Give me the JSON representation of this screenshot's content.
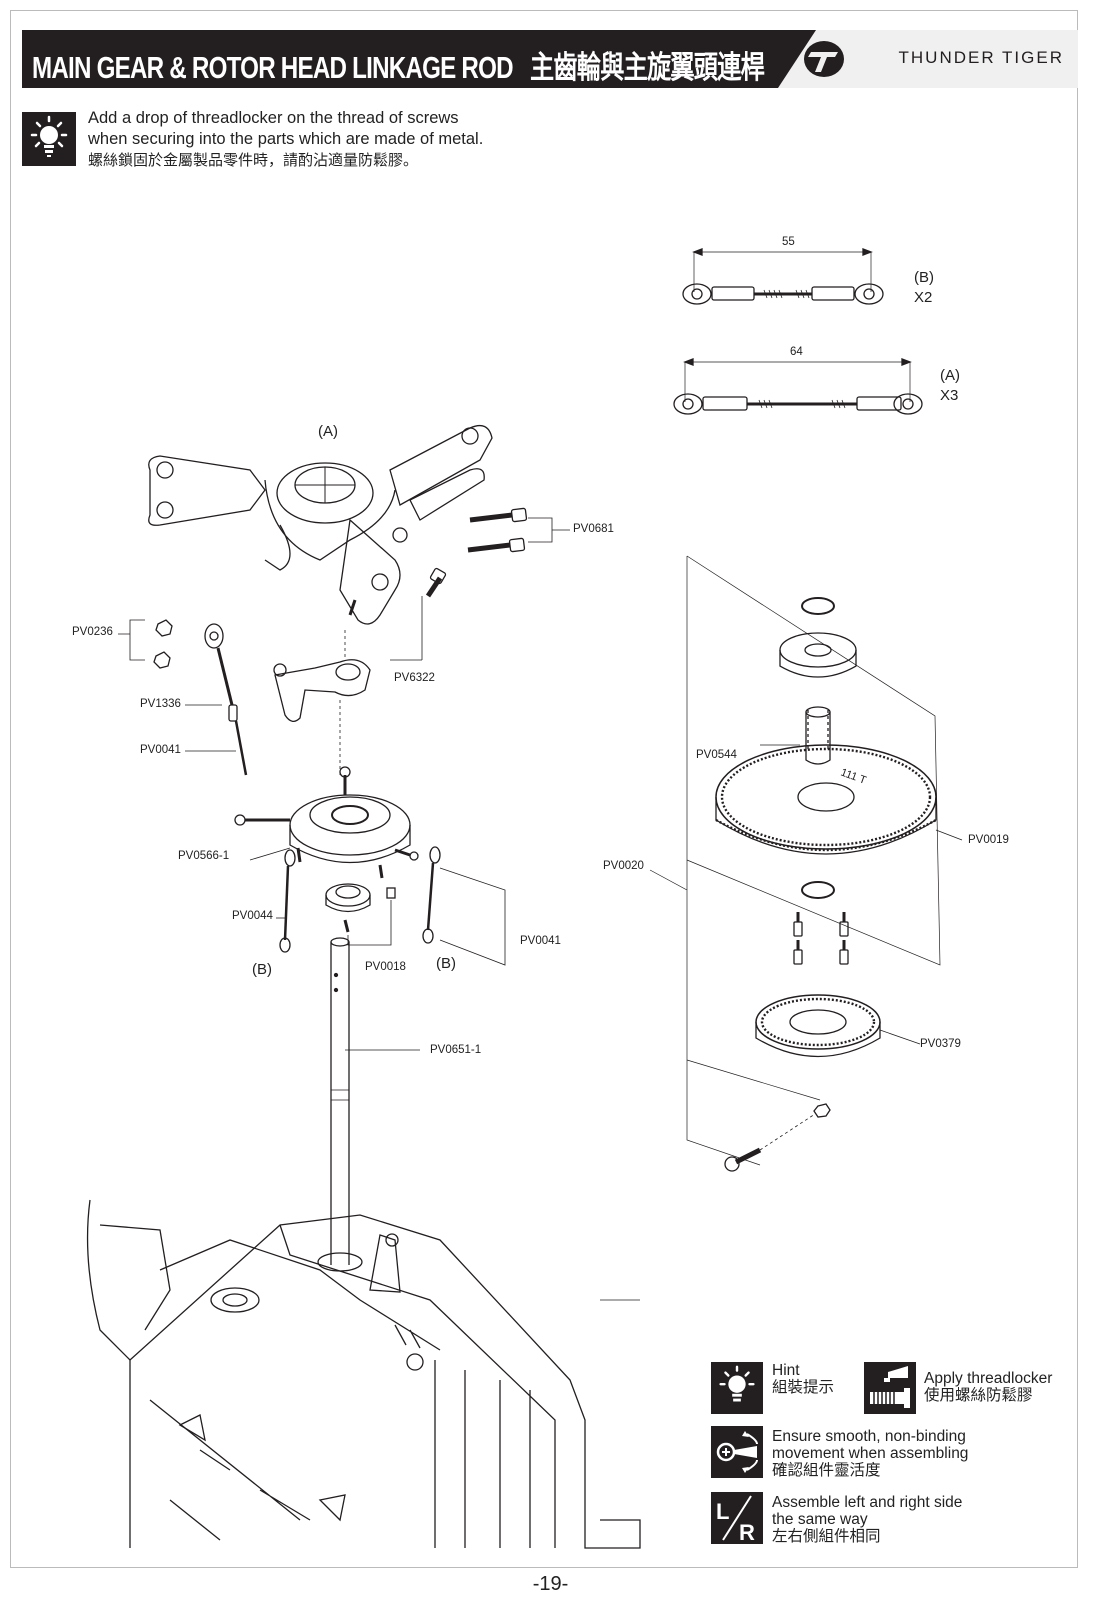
{
  "header": {
    "title_en": "MAIN GEAR & ROTOR HEAD LINKAGE ROD",
    "title_zh": "主齒輪與主旋翼頭連桿",
    "brand": "THUNDER TIGER",
    "brand_mark": "thunder-tiger-logo"
  },
  "hint": {
    "icon": "lightbulb-icon",
    "line1": "Add a drop of threadlocker on the thread of screws",
    "line2": "when securing into the parts which are made of metal.",
    "line3": "螺絲鎖固於金屬製品零件時，請酌沾適量防鬆膠。"
  },
  "linkage_rods": [
    {
      "dimension": "55",
      "type": "(B)",
      "qty": "X2"
    },
    {
      "dimension": "64",
      "type": "(A)",
      "qty": "X3"
    }
  ],
  "part_labels": {
    "rotor_head": "(A)",
    "pv0681": "PV0681",
    "pv0236": "PV0236",
    "pv6322": "PV6322",
    "pv1336": "PV1336",
    "pv0041_a": "PV0041",
    "pv0566": "PV0566-1",
    "pv0044": "PV0044",
    "pv0018": "PV0018",
    "b_left": "(B)",
    "b_right": "(B)",
    "pv0041_b": "PV0041",
    "pv0651": "PV0651-1",
    "pv0544": "PV0544",
    "pv0019": "PV0019",
    "pv0020": "PV0020",
    "pv0379": "PV0379",
    "gear_marking": "111 T"
  },
  "legend": [
    {
      "icon": "lightbulb-icon",
      "en": "Hint",
      "zh": "組裝提示"
    },
    {
      "icon": "threadlocker-icon",
      "en": "Apply threadlocker",
      "zh": "使用螺絲防鬆膠"
    },
    {
      "icon": "rotation-icon",
      "en": "Ensure smooth, non-binding",
      "en2": "movement when assembling",
      "zh": "確認組件靈活度"
    },
    {
      "icon": "left-right-icon",
      "en": "Assemble left and right side",
      "en2": "the same way",
      "zh": "左右側組件相同",
      "glyph_l": "L",
      "glyph_r": "R"
    }
  ],
  "page_number": "-19-"
}
